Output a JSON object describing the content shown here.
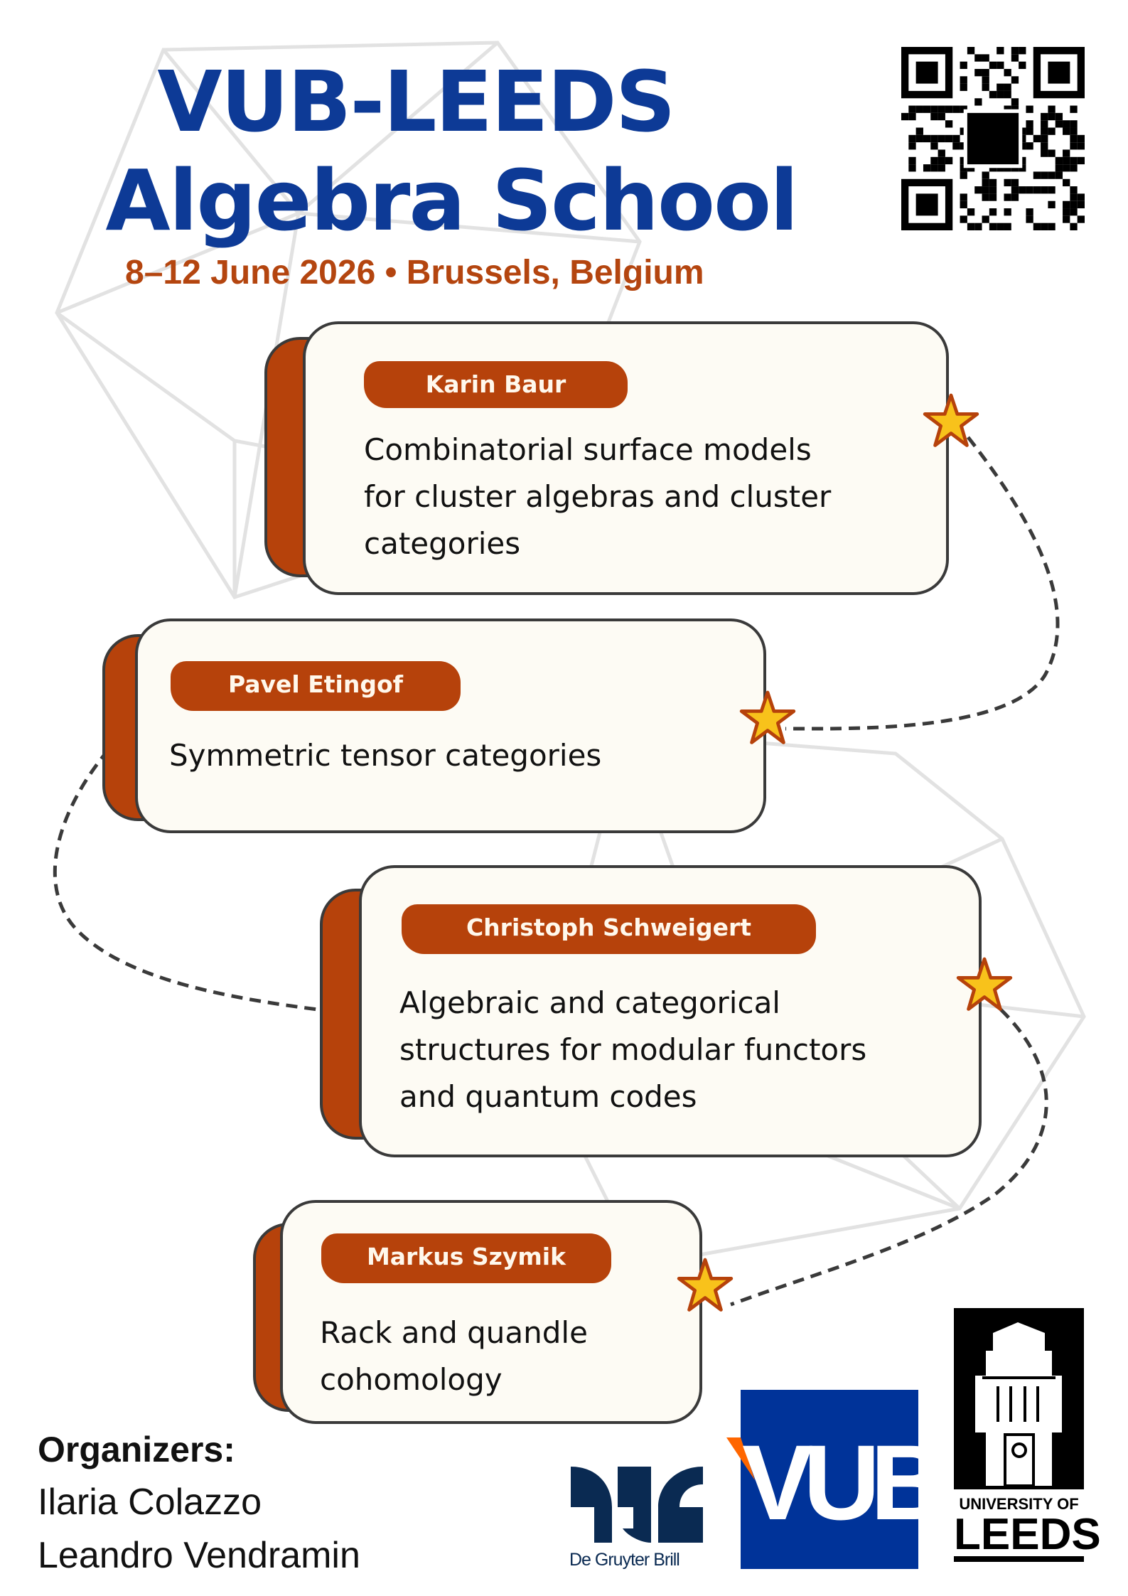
{
  "header": {
    "title_line1": "VUB-LEEDS",
    "title_line2": "Algebra School",
    "subtitle": "8–12 June 2026 • Brussels, Belgium",
    "qr_icon": "qr-code"
  },
  "colors": {
    "title": "#0d3a96",
    "accent": "#b6420b",
    "card_bg": "#fdfbf4",
    "star": "#f8c21b",
    "vub_blue": "#003399",
    "vub_orange": "#ff6600",
    "degruyter": "#0a2a52"
  },
  "talks": [
    {
      "speaker": "Karin Baur",
      "lines": [
        "Combinatorial surface models",
        "for cluster algebras and cluster",
        "categories"
      ]
    },
    {
      "speaker": "Pavel Etingof",
      "lines": [
        "Symmetric tensor categories"
      ]
    },
    {
      "speaker": "Christoph Schweigert",
      "lines": [
        "Algebraic and categorical",
        "structures for modular functors",
        "and quantum codes"
      ]
    },
    {
      "speaker": "Markus Szymik",
      "lines": [
        "Rack and quandle",
        "cohomology"
      ]
    }
  ],
  "organizers": {
    "heading": "Organizers:",
    "names": [
      "Ilaria Colazzo",
      "Leandro Vendramin"
    ]
  },
  "logos": {
    "degruyter": "De Gruyter Brill",
    "vub": "VUB",
    "leeds_line1": "UNIVERSITY OF",
    "leeds_line2": "LEEDS"
  }
}
